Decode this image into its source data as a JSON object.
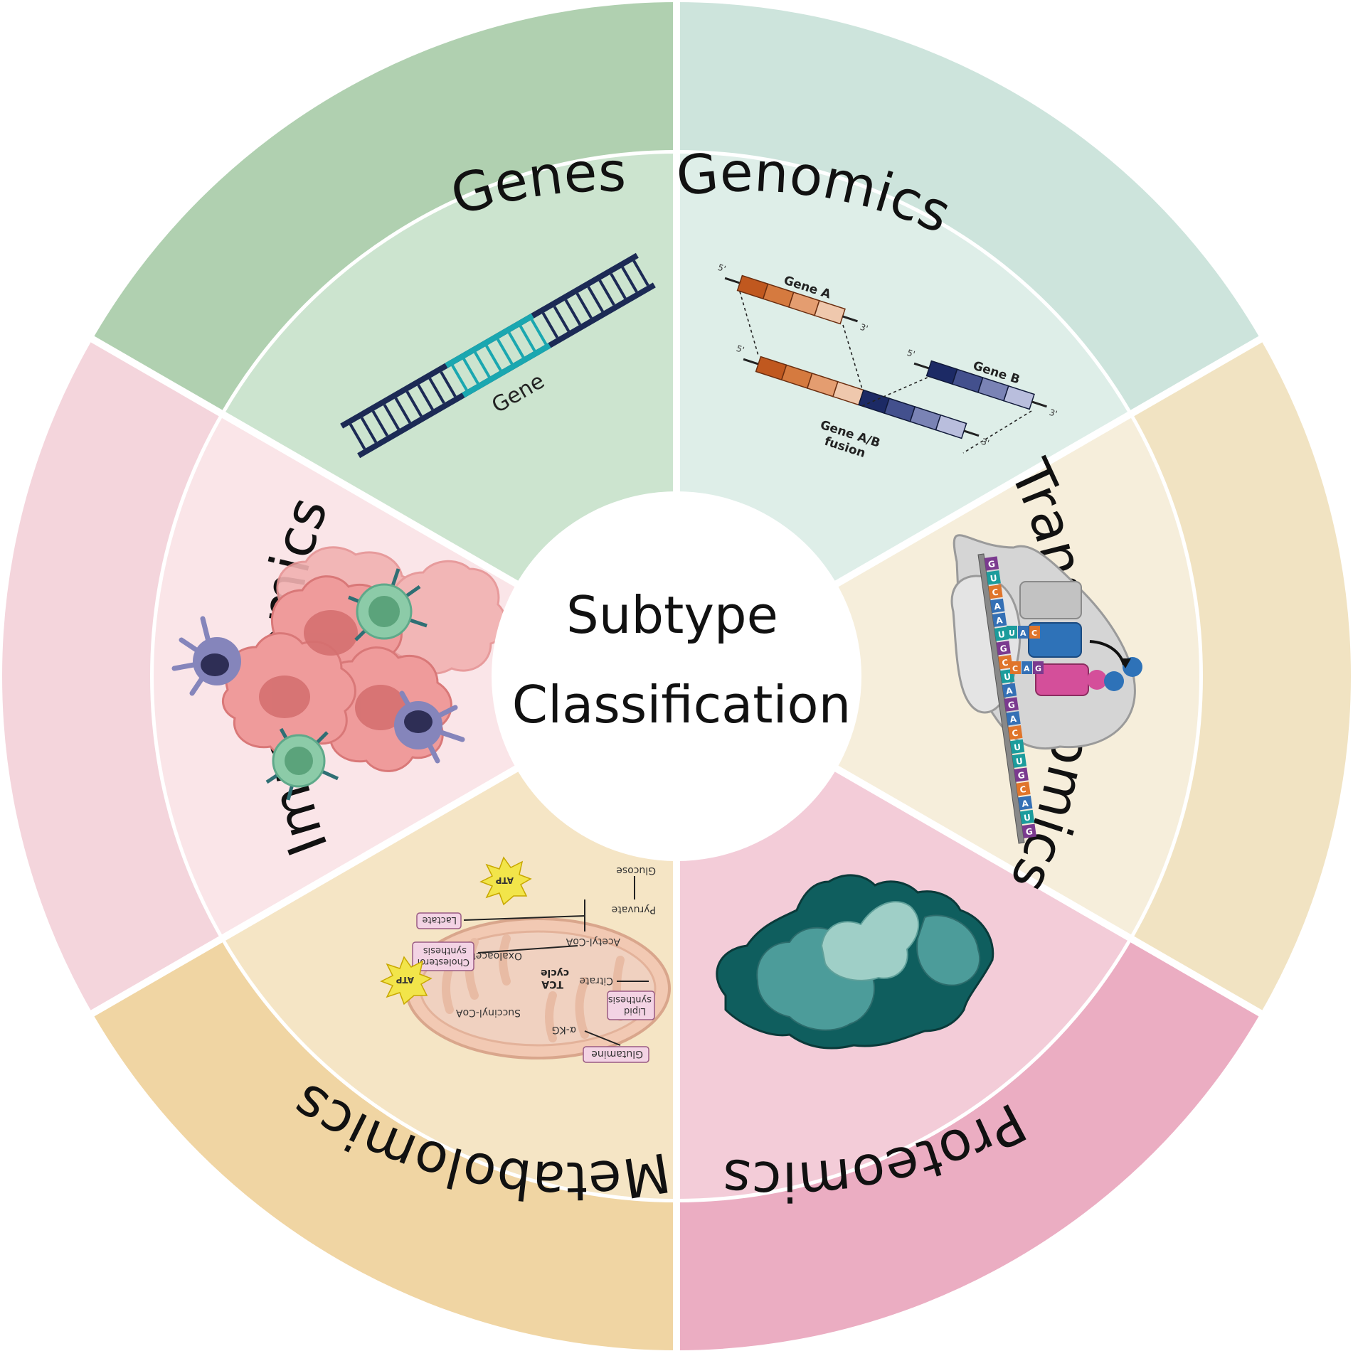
{
  "center": {
    "line1": "Subtype",
    "line2": "Classification"
  },
  "segments": [
    {
      "id": "genes",
      "label": "Genes",
      "outer_color": "#b0d0b0",
      "inner_color": "#cce4cf"
    },
    {
      "id": "genomics",
      "label": "Genomics",
      "outer_color": "#cde4dc",
      "inner_color": "#deeee8"
    },
    {
      "id": "transcriptomics",
      "label": "Transcriptomics",
      "outer_color": "#f1e3c2",
      "inner_color": "#f6eedb"
    },
    {
      "id": "proteomics",
      "label": "Proteomics",
      "outer_color": "#ebadc2",
      "inner_color": "#f3ccd8"
    },
    {
      "id": "metabolomics",
      "label": "Metabolomics",
      "outer_color": "#f0d5a3",
      "inner_color": "#f5e5c5"
    },
    {
      "id": "immunomics",
      "label": "Immunomics",
      "outer_color": "#f4d5dc",
      "inner_color": "#fae5e8"
    }
  ],
  "genes_panel": {
    "gene_label": "Gene"
  },
  "genomics_panel": {
    "gene_a": "Gene A",
    "gene_b": "Gene B",
    "fusion_line1": "Gene A/B",
    "fusion_line2": "fusion",
    "five_prime": "5'",
    "three_prime": "3'"
  },
  "transcriptomics_panel": {
    "bases": [
      "G",
      "U",
      "C",
      "A",
      "A",
      "U",
      "G",
      "C",
      "U",
      "A",
      "G",
      "A",
      "C",
      "U",
      "U",
      "G",
      "C",
      "A",
      "U",
      "G"
    ],
    "anticodon_a": [
      "U",
      "A",
      "C"
    ],
    "anticodon_b": [
      "C",
      "A",
      "G"
    ]
  },
  "metabolomics_panel": {
    "glutamine": "Glutamine",
    "akg": "α-KG",
    "succinyl": "Succinyl-CoA",
    "lipid_line1": "Lipid",
    "lipid_line2": "synthesis",
    "tca_line1": "TCA",
    "tca_line2": "cycle",
    "citrate": "Citrate",
    "oxaloacetate": "Oxaloacetate",
    "cholesterol_line1": "Cholesterol",
    "cholesterol_line2": "synthesis",
    "acetyl": "Acetyl-CoA",
    "lactate": "Lactate",
    "pyruvate": "Pyruvate",
    "glucose": "Glucose",
    "atp1": "ATP",
    "atp2": "ATP"
  },
  "colors": {
    "teal_dark": "#0f5e5e",
    "teal_mid": "#4c9c9a",
    "teal_light": "#9fcfc7",
    "navy": "#1c2a55",
    "cyan": "#1aa7b0",
    "orange_dark": "#c0581f",
    "orange_light": "#efc8ad",
    "cell_pink": "#ef9b9b",
    "nucleus": "#d57070",
    "purple_cell": "#8585bb",
    "green_cell": "#8ccba8"
  }
}
